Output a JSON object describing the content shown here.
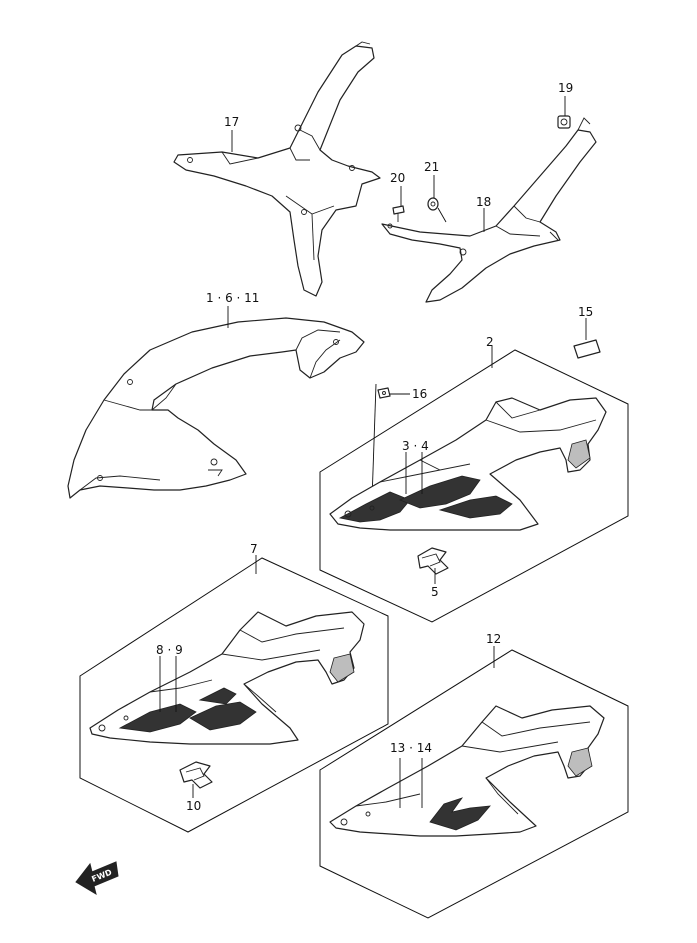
{
  "labels": {
    "p17": "17",
    "p19": "19",
    "p20": "20",
    "p21": "21",
    "p18": "18",
    "p1_6_11": "1 · 6 · 11",
    "p15": "15",
    "p2": "2",
    "p16": "16",
    "p3_4": "3 · 4",
    "p5": "5",
    "p7": "7",
    "p8_9": "8 · 9",
    "p10": "10",
    "p12": "12",
    "p13_14": "13 · 14"
  },
  "fwd_label": "FWD",
  "icons": {
    "fwd_arrow": "fwd-arrow-icon",
    "emblem": "r-emblem-icon"
  },
  "colors": {
    "line": "#222222",
    "background": "#ffffff"
  }
}
